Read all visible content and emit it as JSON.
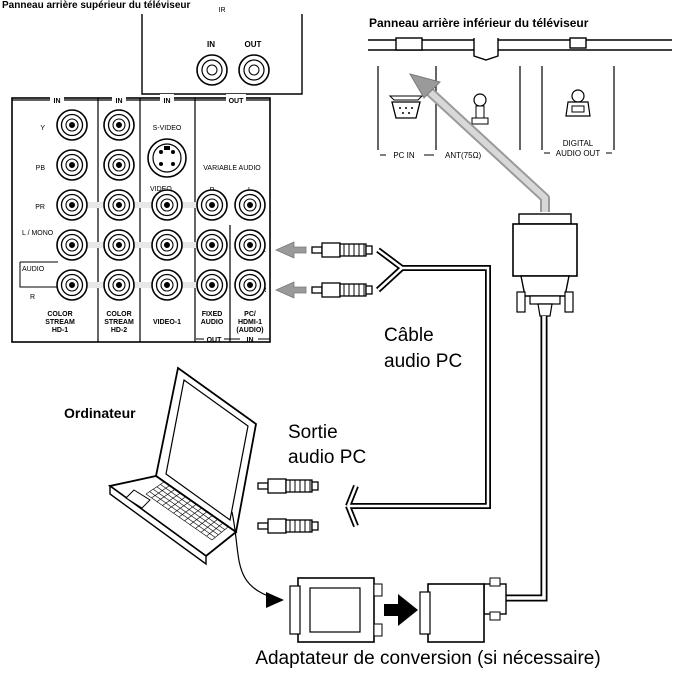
{
  "titles": {
    "top_panel": "Panneau arrière supérieur du téléviseur",
    "bottom_panel": "Panneau arrière inférieur du téléviseur"
  },
  "ir_section": {
    "label": "IR",
    "in": "IN",
    "out": "OUT"
  },
  "jack_panel": {
    "col_headers": [
      "IN",
      "IN",
      "IN",
      "OUT"
    ],
    "row_labels": {
      "y": "Y",
      "pb": "PB",
      "pr": "PR",
      "l_mono": "L / MONO",
      "audio": "AUDIO",
      "r": "R"
    },
    "svideo": "S-VIDEO",
    "video": "VIDEO",
    "variable_audio": "VARIABLE AUDIO",
    "var_r": "R",
    "var_l": "L",
    "side_l": "L",
    "side_r": "R",
    "bottom_labels": {
      "hd1": [
        "COLOR",
        "STREAM",
        "HD-1"
      ],
      "hd2": [
        "COLOR",
        "STREAM",
        "HD-2"
      ],
      "video1": [
        "VIDEO-1"
      ],
      "fixed": [
        "FIXED",
        "AUDIO"
      ],
      "pc": [
        "PC/",
        "HDMI-1",
        "(AUDIO)"
      ]
    },
    "bottom_out": "OUT",
    "bottom_in": "IN"
  },
  "bottom_panel": {
    "pc_in": "PC IN",
    "ant": "ANT(75Ω)",
    "digital": [
      "DIGITAL",
      "AUDIO OUT"
    ]
  },
  "labels": {
    "cable": [
      "Câble",
      "audio PC"
    ],
    "computer": "Ordinateur",
    "output": [
      "Sortie",
      "audio PC"
    ],
    "caption": "Adaptateur de conversion (si nécessaire)"
  }
}
